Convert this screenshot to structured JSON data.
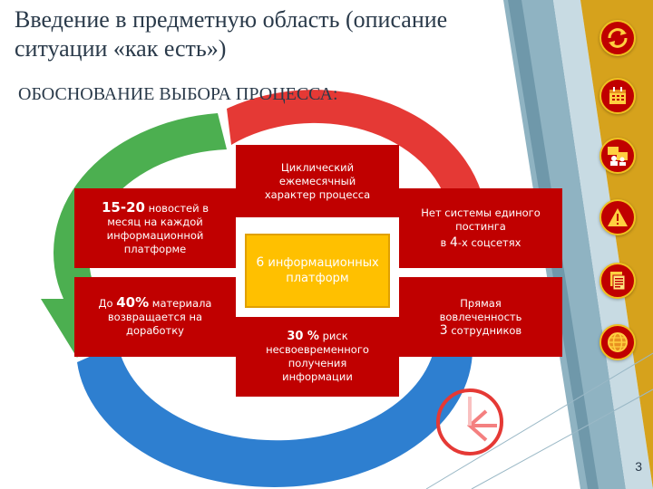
{
  "slide": {
    "title": "Введение в предметную область (описание ситуации «как есть»)",
    "subtitle": "ОБОСНОВАНИЕ ВЫБОРА ПРОЦЕССА:",
    "page_number": "3"
  },
  "diagram": {
    "center": {
      "big": "6",
      "rest": "информационных платформ"
    },
    "top": {
      "line1": "Циклический",
      "line2": "ежемесячный",
      "line3": "характер процесса"
    },
    "top_left": {
      "big": "15-20",
      "rest1": "новостей в",
      "line2": "месяц на каждой",
      "line3": "информационной",
      "line4": "платформе"
    },
    "top_right": {
      "line1": "Нет системы единого",
      "line2": "постинга",
      "pre": "в",
      "big": "4",
      "post": "-х соцсетях"
    },
    "bottom_left": {
      "pre": "До",
      "big": "40%",
      "rest": "материала",
      "line2": "возвращается на",
      "line3": "доработку"
    },
    "bottom_right": {
      "line1": "Прямая",
      "line2": "вовлеченность",
      "big": "3",
      "rest": "сотрудников"
    },
    "bottom": {
      "big": "30 %",
      "rest": "риск",
      "line2": "несвоевременного",
      "line3": "получения",
      "line4": "информации"
    }
  },
  "side_icons": [
    "refresh-icon",
    "calendar-icon",
    "people-icon",
    "warning-icon",
    "documents-icon",
    "globe-icon"
  ],
  "colors": {
    "box_red": "#c00000",
    "center_yellow": "#ffc000",
    "arrow_green": "#4caf50",
    "arrow_blue": "#2e7fd0",
    "arrow_red": "#e53935",
    "strip_gold": "#d4a020",
    "title": "#2a3a4a"
  }
}
